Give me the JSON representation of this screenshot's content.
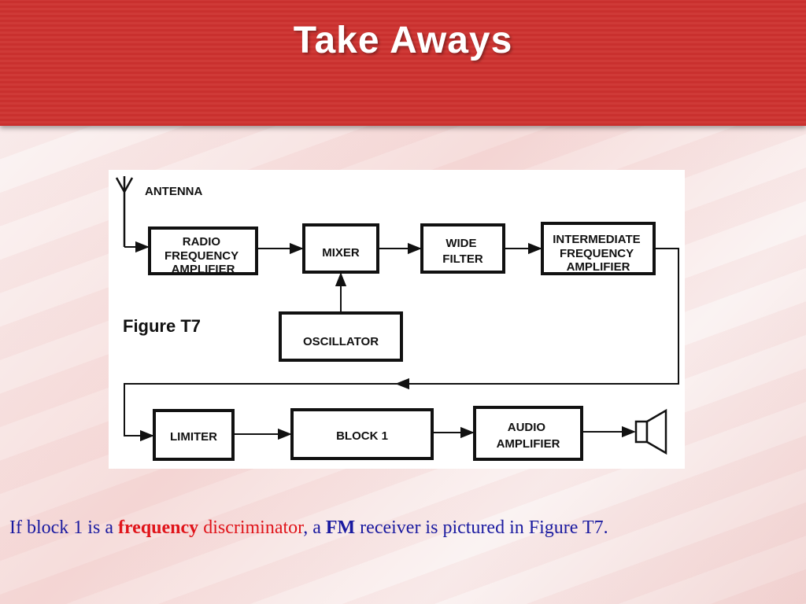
{
  "slide": {
    "title": "Take Aways"
  },
  "diagram": {
    "label_antenna": "ANTENNA",
    "block_rf": [
      "RADIO",
      "FREQUENCY",
      "AMPLIFIER"
    ],
    "block_mixer": "MIXER",
    "block_wide_filter": [
      "WIDE",
      "FILTER"
    ],
    "block_if": [
      "INTERMEDIATE",
      "FREQUENCY",
      "AMPLIFIER"
    ],
    "block_oscillator": "OSCILLATOR",
    "figure_label": "Figure T7",
    "block_limiter": "LIMITER",
    "block_1": "BLOCK 1",
    "block_audio": [
      "AUDIO",
      "AMPLIFIER"
    ],
    "speaker_icon": "speaker-icon"
  },
  "caption": {
    "part1": "If block 1 is a ",
    "word_frequency": "frequency",
    "part2": " discriminator",
    "part3": ", a ",
    "word_fm": "FM",
    "part4": " receiver is pictured in Figure T7."
  },
  "colors": {
    "header": "#c9302e",
    "caption_text": "#1a1aa0",
    "highlight_red": "#e0141a"
  }
}
